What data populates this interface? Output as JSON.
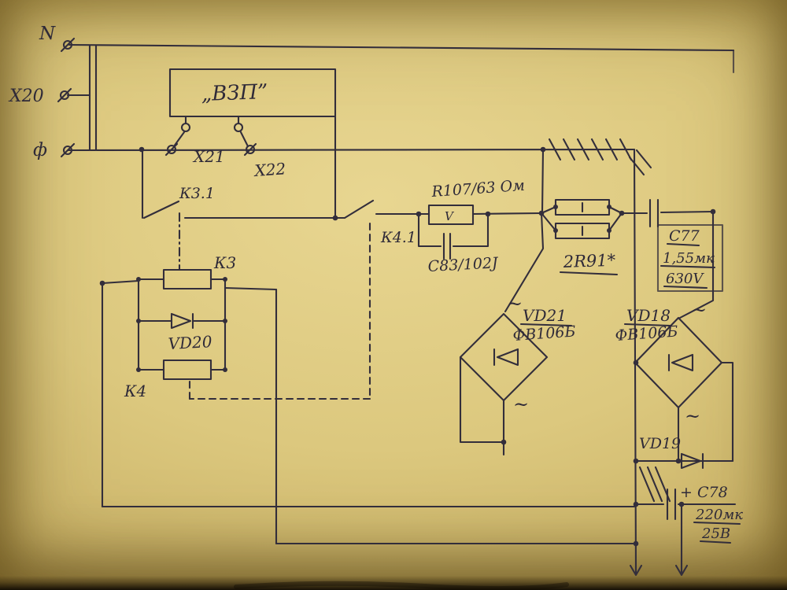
{
  "colors": {
    "ink": "#332e3b",
    "paper": "#dcc87e"
  },
  "schematic": {
    "terminals": {
      "n": "N",
      "x20": "X20",
      "phase": "ф"
    },
    "module": {
      "vzp": "„ВЗП”",
      "x21": "X21",
      "x22": "X22"
    },
    "relays": {
      "k3_contact": "К3.1",
      "k4_contact": "К4.1",
      "k3_coil": "К3",
      "k4_coil": "К4"
    },
    "components": {
      "vd20": "VD20",
      "r107": "R107/63 Ом",
      "r107_mark": "V",
      "c83": "С83/102J",
      "r91": "2R91*",
      "c77": "С77",
      "c77_value": "1,55мк",
      "c77_voltage": "630V",
      "vd21": "VD21",
      "vd21_type": "ФВ106Б",
      "vd18": "VD18",
      "vd18_type": "ФВ106Б",
      "vd19": "VD19",
      "c78": "+ С78",
      "c78_value": "220мк",
      "c78_voltage": "25В"
    },
    "marks": {
      "ac": "~"
    }
  }
}
